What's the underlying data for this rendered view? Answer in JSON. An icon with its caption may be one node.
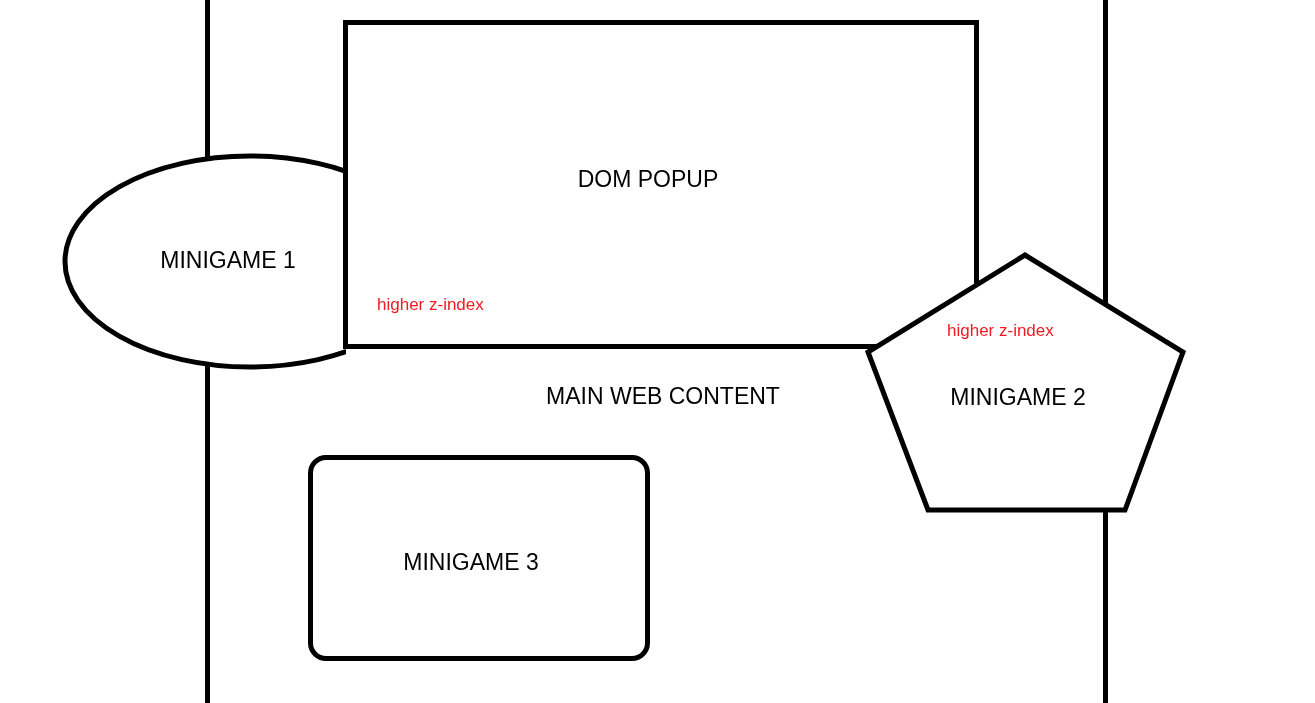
{
  "diagram": {
    "nodes": [
      {
        "text": [
          "MAIN WEB CONTENT"
        ]
      },
      {
        "text": [
          "DOM POPUP",
          "higher z-index"
        ],
        "in": 0
      },
      {
        "text": [
          "MINIGAME 1"
        ]
      },
      {
        "text": [
          "higher z-index",
          "MINIGAME 2"
        ]
      },
      {
        "text": [
          "MINIGAME 3"
        ],
        "in": 0
      }
    ]
  }
}
